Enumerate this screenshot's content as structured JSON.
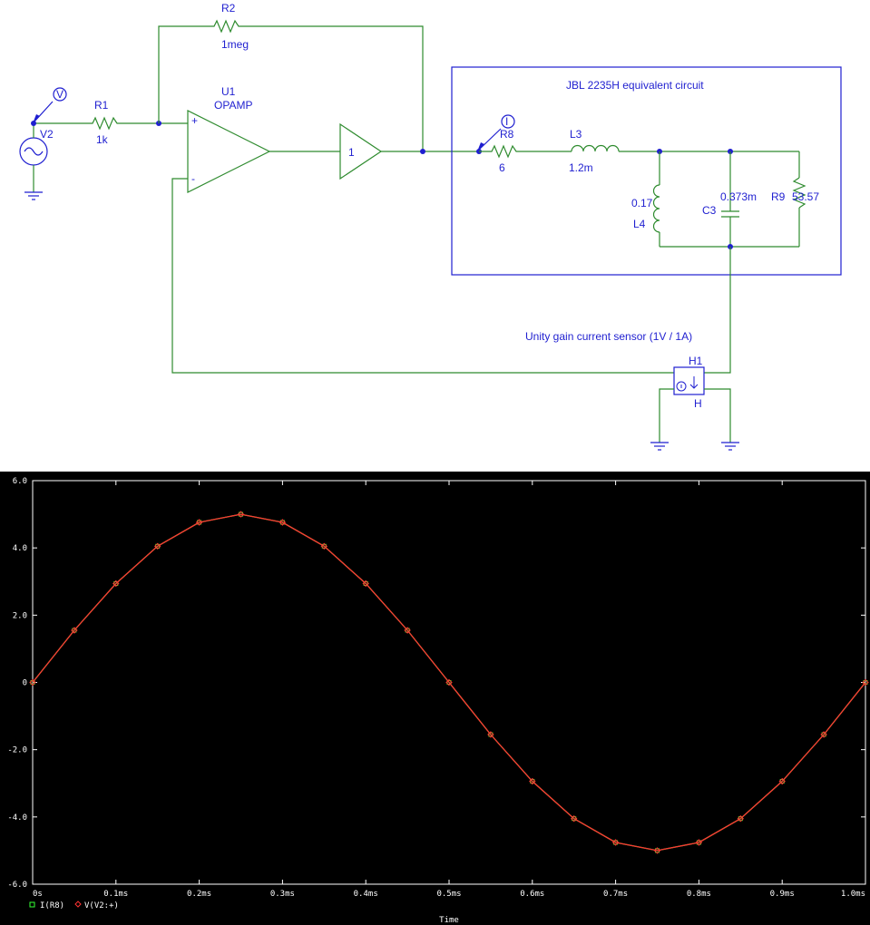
{
  "schematic": {
    "labels": {
      "r2_name": "R2",
      "r2_value": "1meg",
      "r1_name": "R1",
      "r1_value": "1k",
      "u1_name": "U1",
      "u1_type": "OPAMP",
      "v2_name": "V2",
      "probe_v": "V",
      "probe_i": "I",
      "buffer_gain": "1",
      "box_title": "JBL 2235H equivalent circuit",
      "r8_name": "R8",
      "r8_value": "6",
      "l3_name": "L3",
      "l3_value": "1.2m",
      "l4_value": "0.17",
      "l4_name": "L4",
      "c3_value": "0.373m",
      "c3_name": "C3",
      "r9_name": "R9",
      "r9_value": "53.57",
      "sensor_caption": "Unity gain current sensor (1V / 1A)",
      "h1_name": "H1",
      "h1_type": "H",
      "opamp_plus": "+",
      "opamp_minus": "-"
    }
  },
  "chart_data": {
    "type": "line",
    "x_unit": "ms",
    "xlabel": "Time",
    "ylabel": "",
    "xlim": [
      0,
      1.0
    ],
    "ylim": [
      -6.0,
      6.0
    ],
    "x_ticks": [
      "0s",
      "0.1ms",
      "0.2ms",
      "0.3ms",
      "0.4ms",
      "0.5ms",
      "0.6ms",
      "0.7ms",
      "0.8ms",
      "0.9ms",
      "1.0ms"
    ],
    "y_ticks": [
      "6.0",
      "4.0",
      "2.0",
      "0",
      "-2.0",
      "-4.0",
      "-6.0"
    ],
    "grid": false,
    "legend_position": "bottom-left",
    "series": [
      {
        "name": "I(R8)",
        "color": "#33ff33",
        "marker": "square",
        "x": [
          0,
          0.05,
          0.1,
          0.15,
          0.2,
          0.25,
          0.3,
          0.35,
          0.4,
          0.45,
          0.5,
          0.55,
          0.6,
          0.65,
          0.7,
          0.75,
          0.8,
          0.85,
          0.9,
          0.95,
          1.0
        ],
        "values": [
          0,
          1.55,
          2.94,
          4.05,
          4.76,
          5.0,
          4.76,
          4.05,
          2.94,
          1.55,
          0,
          -1.55,
          -2.94,
          -4.05,
          -4.76,
          -5.0,
          -4.76,
          -4.05,
          -2.94,
          -1.55,
          0
        ]
      },
      {
        "name": "V(V2:+)",
        "color": "#ff3333",
        "marker": "diamond",
        "x": [
          0,
          0.05,
          0.1,
          0.15,
          0.2,
          0.25,
          0.3,
          0.35,
          0.4,
          0.45,
          0.5,
          0.55,
          0.6,
          0.65,
          0.7,
          0.75,
          0.8,
          0.85,
          0.9,
          0.95,
          1.0
        ],
        "values": [
          0,
          1.55,
          2.94,
          4.05,
          4.76,
          5.0,
          4.76,
          4.05,
          2.94,
          1.55,
          0,
          -1.55,
          -2.94,
          -4.05,
          -4.76,
          -5.0,
          -4.76,
          -4.05,
          -2.94,
          -1.55,
          0
        ]
      }
    ]
  }
}
